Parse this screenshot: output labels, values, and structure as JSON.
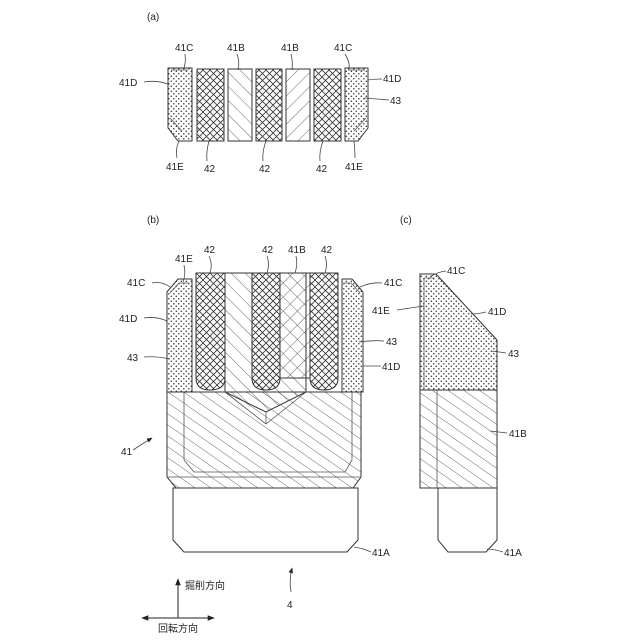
{
  "panels": {
    "a": {
      "tag": "(a)",
      "labels": {
        "c_left": "41C",
        "b_left": "41B",
        "b_right": "41B",
        "c_right": "41C",
        "d_left": "41D",
        "d_right": "41D",
        "n43": "43",
        "e_left": "41E",
        "n42_1": "42",
        "n42_2": "42",
        "n42_3": "42",
        "e_right": "41E"
      }
    },
    "b": {
      "tag": "(b)",
      "labels": {
        "e": "41E",
        "n42_1": "42",
        "n42_2": "42",
        "b": "41B",
        "n42_3": "42",
        "c_left": "41C",
        "c_right": "41C",
        "d_left": "41D",
        "n43_right": "43",
        "n43_left": "43",
        "d_right": "41D",
        "body": "41",
        "a": "41A"
      }
    },
    "c": {
      "tag": "(c)",
      "labels": {
        "c": "41C",
        "e": "41E",
        "d": "41D",
        "n43": "43",
        "b": "41B",
        "a": "41A"
      }
    }
  },
  "legend": {
    "excavation_direction": "掘削方向",
    "rotation_direction": "回転方向",
    "ref": "4"
  }
}
